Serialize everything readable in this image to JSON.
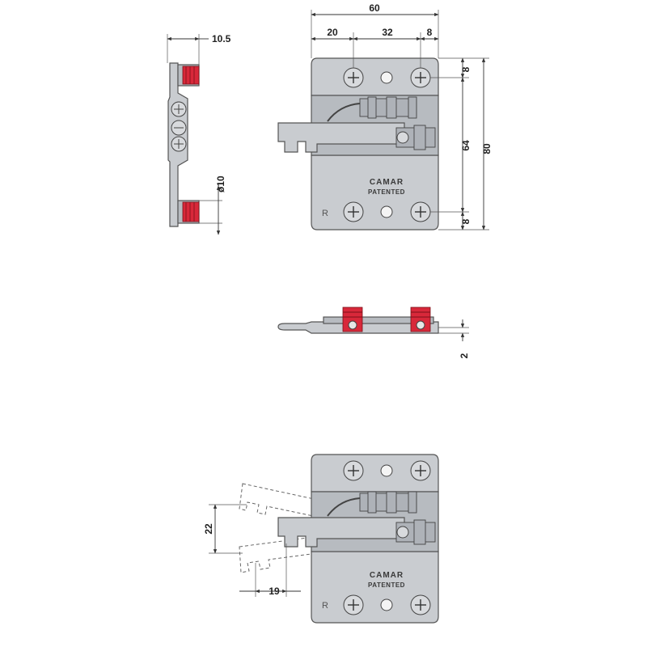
{
  "dimensions": {
    "overall_width": "60",
    "spacing_left": "20",
    "spacing_center": "32",
    "spacing_right": "8",
    "side_offset": "10.5",
    "overall_height": "80",
    "vertical_span": "64",
    "top_margin": "8",
    "bottom_margin": "8",
    "screw_diameter": "ø10",
    "plate_thickness": "2",
    "adjust_vertical": "22",
    "adjust_horizontal": "19"
  },
  "front_view": {
    "brand": "CAMAR",
    "patent": "PATENTED",
    "side_mark": "R"
  },
  "adjust_view": {
    "brand": "CAMAR",
    "patent": "PATENTED",
    "side_mark": "R"
  },
  "colors": {
    "plate": "#c9ccd0",
    "screw_insert": "#d8283a",
    "dimension_line": "#333333"
  }
}
